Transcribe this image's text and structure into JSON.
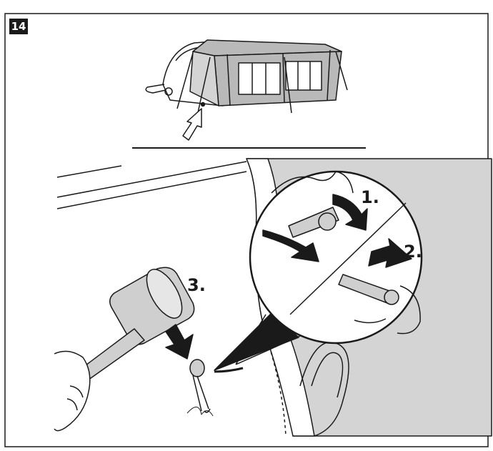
{
  "step": {
    "number": "14"
  },
  "labels": {
    "one": "1.",
    "two": "2.",
    "three": "3."
  },
  "colors": {
    "ink": "#1a1a1a",
    "awning_fill": "#b9b9b9",
    "shade": "#d4d4d4",
    "mallet": "#cfcfcf",
    "background": "#ffffff"
  }
}
